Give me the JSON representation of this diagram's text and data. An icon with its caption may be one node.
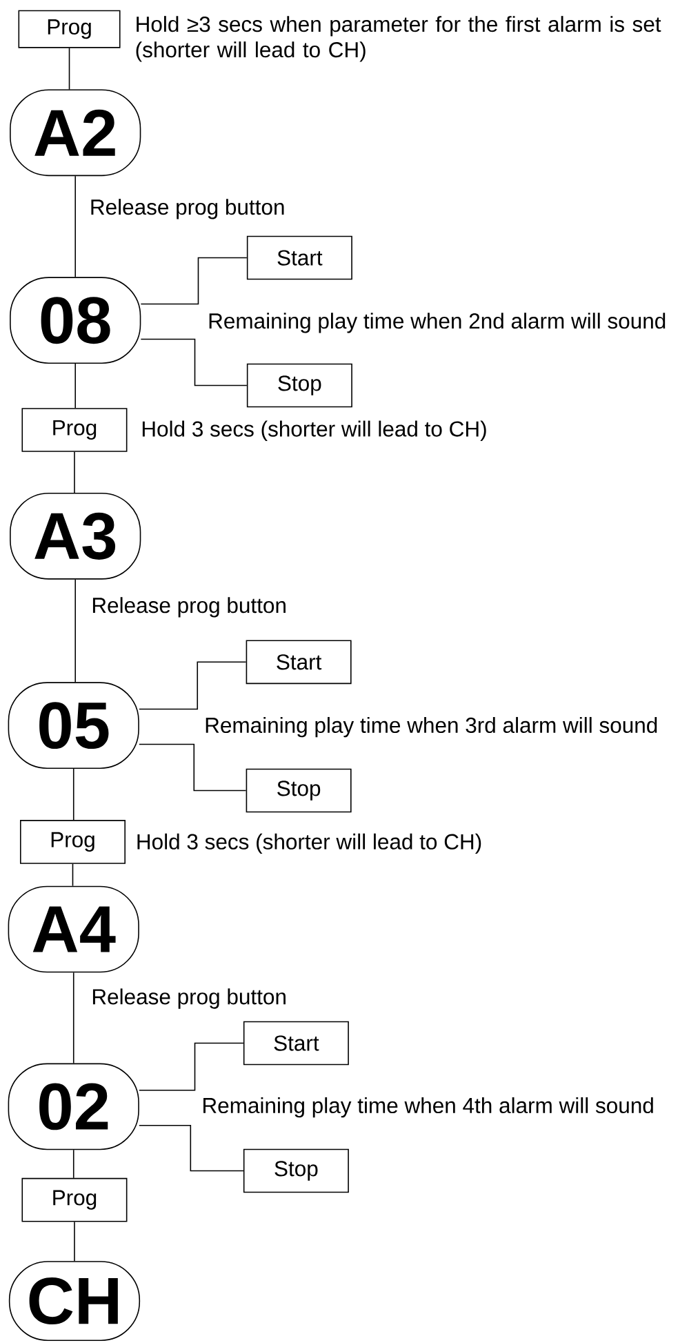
{
  "diagram": {
    "nodes": [
      {
        "text": [
          "Prog"
        ],
        "beside": [
          "Hold ≥3 secs when parameter for the first alarm is set (shorter will lead to CH)"
        ]
      },
      {
        "text": [
          "A2"
        ]
      },
      {
        "text": [
          "08"
        ]
      },
      {
        "text": [
          "Start"
        ]
      },
      {
        "text": [
          "Stop"
        ]
      },
      {
        "text": [
          "Prog"
        ],
        "beside": [
          "Hold 3 secs (shorter will lead to CH)"
        ]
      },
      {
        "text": [
          "A3"
        ]
      },
      {
        "text": [
          "05"
        ]
      },
      {
        "text": [
          "Start"
        ]
      },
      {
        "text": [
          "Stop"
        ]
      },
      {
        "text": [
          "Prog"
        ],
        "beside": [
          "Hold 3 secs (shorter will lead to CH)"
        ]
      },
      {
        "text": [
          "A4"
        ]
      },
      {
        "text": [
          "02"
        ]
      },
      {
        "text": [
          "Start"
        ]
      },
      {
        "text": [
          "Stop"
        ]
      },
      {
        "text": [
          "Prog"
        ]
      },
      {
        "text": [
          "CH"
        ]
      }
    ],
    "edges": [
      {
        "from": 0,
        "to": 1,
        "arrow": "none"
      },
      {
        "from": 1,
        "to": 2,
        "arrow": "none",
        "label": "Release prog button"
      },
      {
        "from": 2,
        "to": 3,
        "arrow": "none"
      },
      {
        "from": 2,
        "to": 4,
        "arrow": "none"
      },
      {
        "from": 2,
        "to": 5,
        "arrow": "none"
      },
      {
        "from": 5,
        "to": 6,
        "arrow": "none"
      },
      {
        "from": 6,
        "to": 7,
        "arrow": "none",
        "label": "Release prog button"
      },
      {
        "from": 7,
        "to": 8,
        "arrow": "none"
      },
      {
        "from": 7,
        "to": 9,
        "arrow": "none"
      },
      {
        "from": 7,
        "to": 10,
        "arrow": "none"
      },
      {
        "from": 10,
        "to": 11,
        "arrow": "none"
      },
      {
        "from": 11,
        "to": 12,
        "arrow": "none",
        "label": "Release prog button"
      },
      {
        "from": 12,
        "to": 13,
        "arrow": "none"
      },
      {
        "from": 12,
        "to": 14,
        "arrow": "none"
      },
      {
        "from": 12,
        "to": 15,
        "arrow": "none"
      },
      {
        "from": 15,
        "to": 16,
        "arrow": "none"
      }
    ],
    "labels": [
      "Remaining play time when 2nd alarm will sound",
      "Remaining play time when 3rd alarm will sound",
      "Remaining play time when 4th alarm will sound"
    ]
  }
}
